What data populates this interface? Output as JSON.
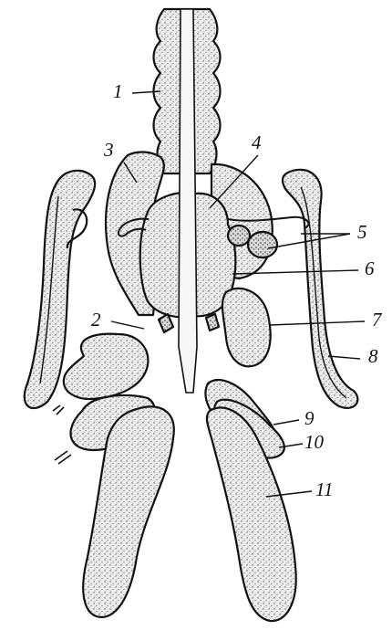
{
  "figure": {
    "callouts": [
      {
        "id": "n1",
        "text": "1"
      },
      {
        "id": "n2",
        "text": "2"
      },
      {
        "id": "n3",
        "text": "3"
      },
      {
        "id": "n4",
        "text": "4"
      },
      {
        "id": "n5",
        "text": "5"
      },
      {
        "id": "n6",
        "text": "6"
      },
      {
        "id": "n7",
        "text": "7"
      },
      {
        "id": "n8",
        "text": "8"
      },
      {
        "id": "n9",
        "text": "9"
      },
      {
        "id": "n10",
        "text": "10"
      },
      {
        "id": "n11",
        "text": "11"
      }
    ],
    "style": {
      "ink": "#111111",
      "fill": "#e6e6e6",
      "stipple": "#555555",
      "background": "#ffffff"
    }
  }
}
